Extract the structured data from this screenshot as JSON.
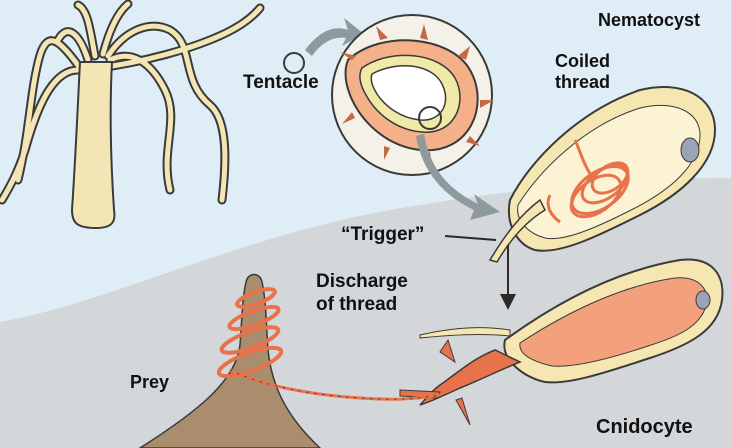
{
  "labels": {
    "nematocyst": "Nematocyst",
    "coiled_line1": "Coiled",
    "coiled_line2": "thread",
    "tentacle": "Tentacle",
    "trigger": "“Trigger”",
    "discharge_line1": "Discharge",
    "discharge_line2": "of thread",
    "prey": "Prey",
    "cnidocyte": "Cnidocyte"
  },
  "colors": {
    "sky": "#dfeef6",
    "cell_background": "#d3d7da",
    "hydra_body": "#f4e6b4",
    "outline": "#3a3a3a",
    "capsule": "#f6e6b2",
    "thread": "#e8724a",
    "prey": "#a98d6c",
    "arrow": "#8f9a9f"
  },
  "icons": {
    "process_arrow": "curved-arrow-icon",
    "down_arrow": "down-arrow-icon"
  }
}
